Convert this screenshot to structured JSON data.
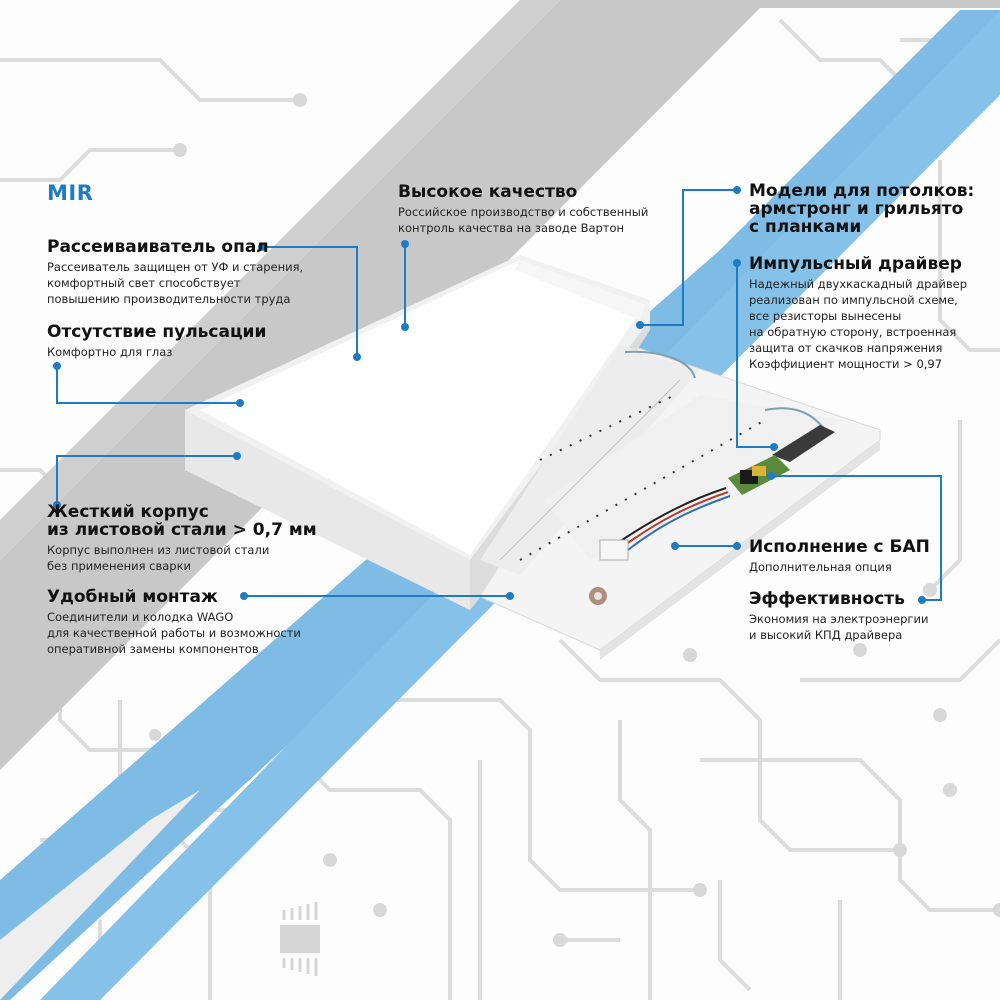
{
  "brand": "MIR",
  "colors": {
    "accent": "#1e7bc4",
    "stripe_gray": "#c9c9c9",
    "stripe_blue": "#7fbce6"
  },
  "features": {
    "opal": {
      "title": "Рассеиваиватель опал",
      "lines": [
        "Рассеиватель защищен от УФ и старения,",
        "комфортный свет способствует",
        "повышению производительности труда"
      ]
    },
    "pulsation": {
      "title": "Отсутствие пульсации",
      "lines": [
        "Комфортно для глаз"
      ]
    },
    "quality": {
      "title": "Высокое качество",
      "lines": [
        "Российское производство и собственный",
        "контроль качества на заводе Вартон"
      ]
    },
    "ceilings": {
      "title_lines": [
        "Модели для потолков:",
        "армстронг и грильято",
        "с планками"
      ]
    },
    "driver": {
      "title": "Импульсный драйвер",
      "lines": [
        "Надежный двухкаскадный драйвер",
        "реализован по импульсной схеме,",
        "все резисторы вынесены",
        "на обратную сторону, встроенная",
        "защита от скачков напряжения",
        "Коэффициент мощности > 0,97"
      ]
    },
    "body": {
      "title_lines": [
        "Жесткий корпус",
        "из листовой стали > 0,7 мм"
      ],
      "lines": [
        "Корпус выполнен из листовой стали",
        "без применения сварки"
      ]
    },
    "mount": {
      "title": "Удобный монтаж",
      "lines": [
        "Соединители и колодка WAGO",
        "для качественной работы и возможности",
        "оперативной замены компонентов"
      ]
    },
    "bap": {
      "title": "Исполнение с БАП",
      "lines": [
        "Дополнительная опция"
      ]
    },
    "efficiency": {
      "title": "Эффективность",
      "lines": [
        "Экономия на электроэнергии",
        "и высокий КПД драйвера"
      ]
    }
  }
}
